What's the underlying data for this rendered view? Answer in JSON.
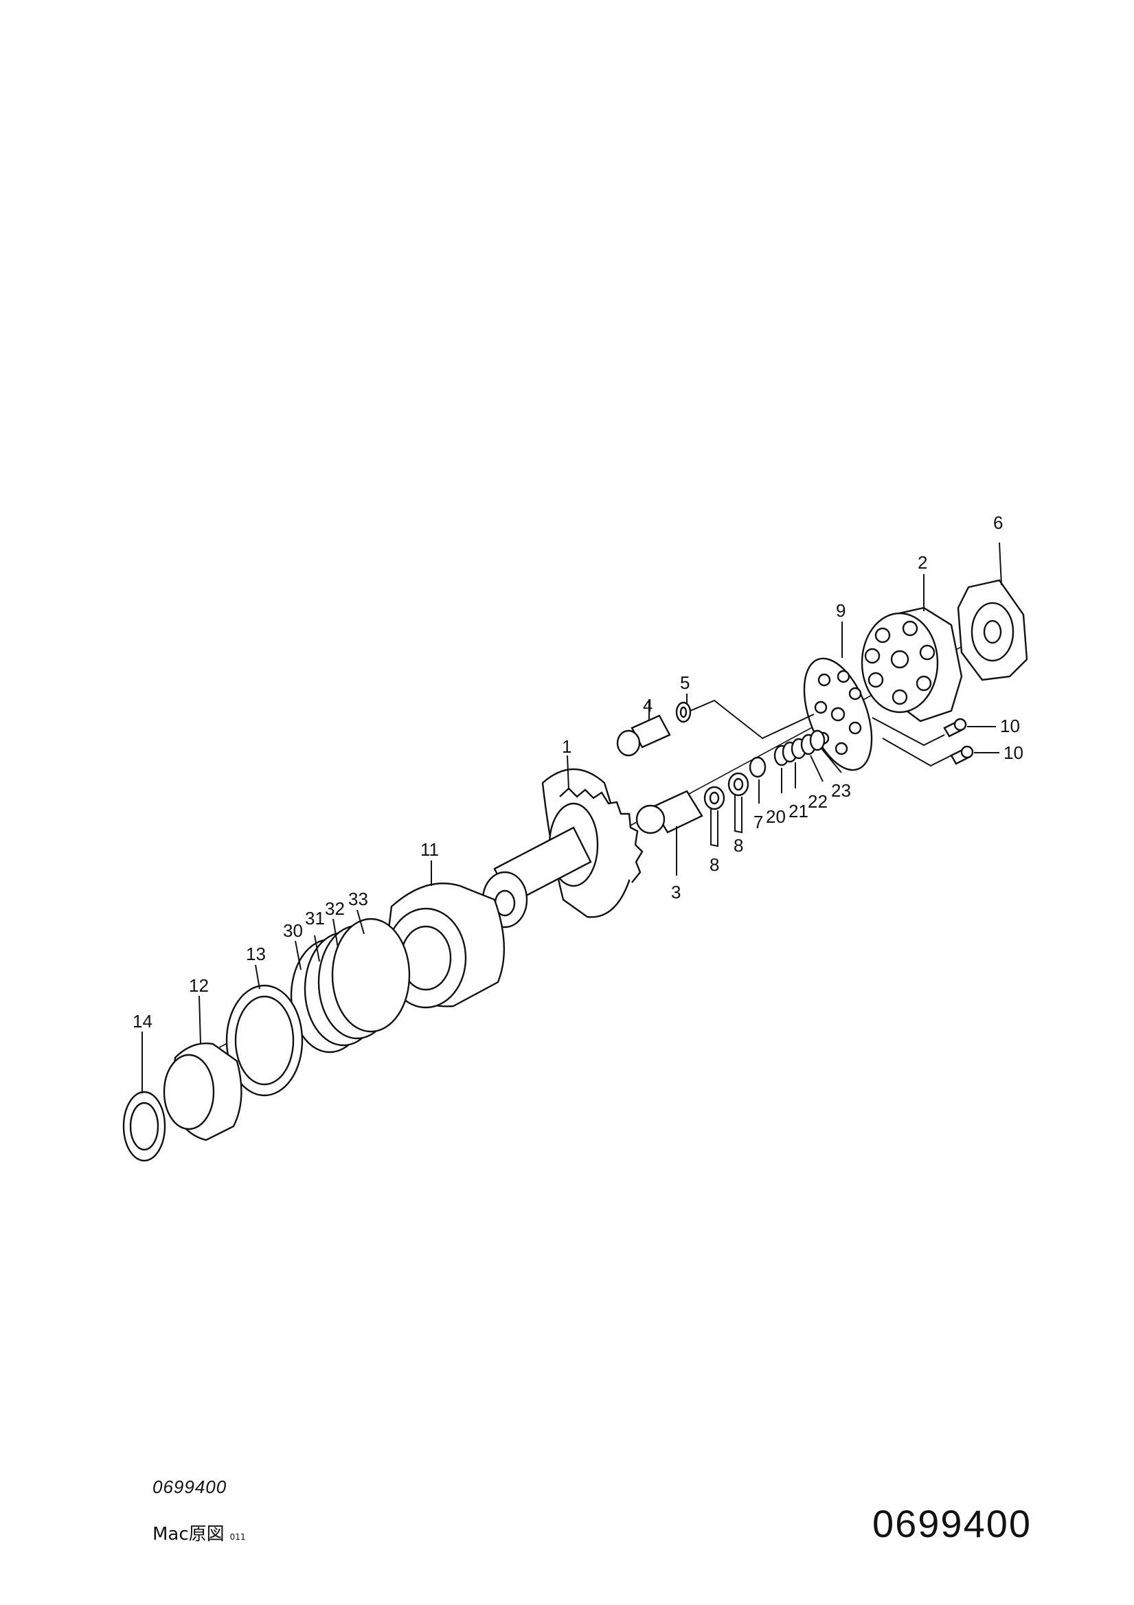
{
  "diagram": {
    "part_labels": {
      "p1": "1",
      "p2": "2",
      "p3": "3",
      "p4": "4",
      "p5": "5",
      "p6": "6",
      "p7": "7",
      "p8a": "8",
      "p8b": "8",
      "p9": "9",
      "p10a": "10",
      "p10b": "10",
      "p11": "11",
      "p12": "12",
      "p13": "13",
      "p14": "14",
      "p20": "20",
      "p21": "21",
      "p22": "22",
      "p23": "23",
      "p30": "30",
      "p31": "31",
      "p32": "32",
      "p33": "33"
    }
  },
  "footer": {
    "code_italic": "0699400",
    "mac_label": "Mac原図",
    "mac_sub": "011",
    "code_large": "0699400"
  }
}
